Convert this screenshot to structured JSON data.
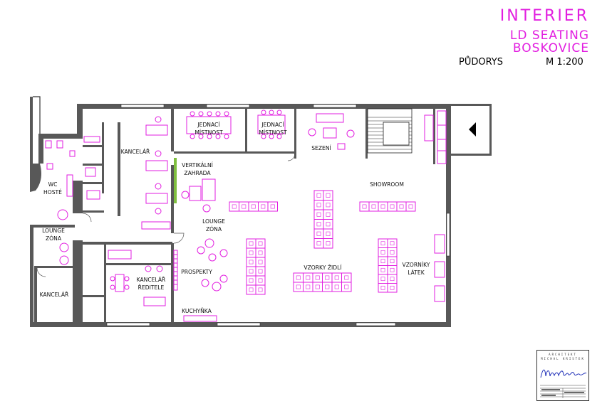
{
  "title": {
    "main": "INTERIER",
    "line1": "LD SEATING",
    "line2": "BOSKOVICE"
  },
  "header": {
    "plan": "PŮDORYS",
    "scale": "M 1:200"
  },
  "labels": {
    "wc_1": "WC",
    "wc_2": "HOSTÉ",
    "kancelar": "KANCELÁŘ",
    "jednaci_a_1": "JEDNACÍ",
    "jednaci_a_2": "MÍSTNOST",
    "jednaci_b_1": "JEDNACÍ",
    "jednaci_b_2": "MÍSTNOST",
    "sezeni": "SEZENÍ",
    "vert_1": "VERTIKÁLNÍ",
    "vert_2": "ZAHRADA",
    "showroom": "SHOWROOM",
    "lounge_left_1": "LOUNGE",
    "lounge_left_2": "ZÓNA",
    "lounge_mid_1": "LOUNGE",
    "lounge_mid_2": "ZÓNA",
    "reditel_1": "KANCELÁŘ",
    "reditel_2": "ŘEDITELE",
    "prospekty": "PROSPEKTY",
    "vzorky_zidli": "VZORKY ŽIDLÍ",
    "vzorniky_1": "VZORNÍKY",
    "vzorniky_2": "LÁTEK",
    "kancelar_small": "KANCELÁŘ",
    "kuchynka": "KUCHYŇKA"
  },
  "stamp": {
    "line1": "ARCHITEKT",
    "line2": "MICHAL KRISTEK",
    "signature": "Michal Kristek"
  },
  "colors": {
    "accent": "#e21ee0",
    "wall": "#585858",
    "green_wall": "#7fbf3f"
  }
}
